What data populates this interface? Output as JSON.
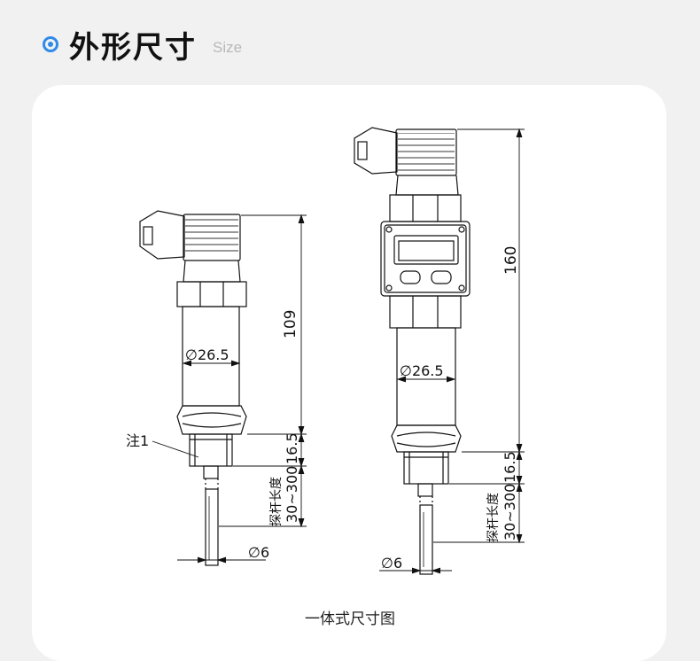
{
  "header": {
    "title": "外形尺寸",
    "subtitle": "Size"
  },
  "drawing": {
    "left_unit": {
      "height": "109",
      "diameter": "∅26.5",
      "thread_height": "16.5",
      "note": "注1",
      "probe_length_label": "探杆长度",
      "probe_length_value": "30~300",
      "probe_diameter": "∅6"
    },
    "right_unit": {
      "height": "160",
      "diameter": "∅26.5",
      "thread_height": "16.5",
      "probe_length_label": "探杆长度",
      "probe_length_value": "30~300",
      "probe_diameter": "∅6"
    },
    "caption": "一体式尺寸图"
  },
  "colors": {
    "accent": "#2f8ae8",
    "card_bg": "#ffffff",
    "page_bg": "#f1f1f1"
  }
}
